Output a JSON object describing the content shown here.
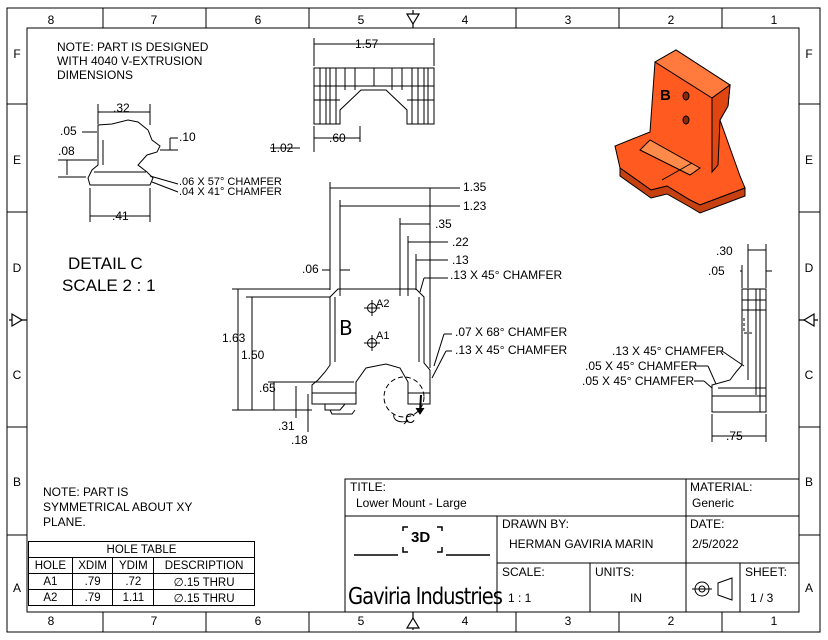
{
  "zones": {
    "columns": [
      "8",
      "7",
      "6",
      "5",
      "4",
      "3",
      "2",
      "1"
    ],
    "rows": [
      "F",
      "E",
      "D",
      "C",
      "B",
      "A"
    ]
  },
  "notes": {
    "design_note": [
      "NOTE: PART IS DESIGNED",
      "WITH 4040 V-EXTRUSION",
      "DIMENSIONS"
    ],
    "symmetry_note": [
      "NOTE: PART IS",
      "SYMMETRICAL ABOUT XY",
      "PLANE."
    ]
  },
  "detail": {
    "name": "DETAIL  C",
    "scale": "SCALE 2 : 1"
  },
  "dimensions": {
    "detail": [
      ".32",
      ".05",
      ".10",
      ".08",
      ".06 X 57° CHAMFER",
      ".04 X 41° CHAMFER",
      ".41"
    ],
    "top": [
      "1.57",
      ".60",
      "1.02"
    ],
    "front": [
      "1.35",
      "1.23",
      ".35",
      ".22",
      ".13",
      ".06",
      ".13 X 45° CHAMFER",
      "1.63",
      "1.50",
      ".07 X 68° CHAMFER",
      ".13 X 45° CHAMFER",
      ".65",
      ".31",
      ".18"
    ],
    "side": [
      ".30",
      ".05",
      ".13 X 45° CHAMFER",
      ".05 X 45° CHAMFER",
      ".05 X 45° CHAMFER",
      ".75"
    ]
  },
  "front_labels": {
    "face_letter": "B",
    "hole_a2": "A2",
    "hole_a1": "A1",
    "detail_callout": "C"
  },
  "iso_label": "B",
  "hole_table": {
    "title": "HOLE TABLE",
    "headers": [
      "HOLE",
      "XDIM",
      "YDIM",
      "DESCRIPTION"
    ],
    "rows": [
      [
        "A1",
        ".79",
        ".72",
        "∅.15 THRU"
      ],
      [
        "A2",
        ".79",
        "1.11",
        "∅.15 THRU"
      ]
    ]
  },
  "title_block": {
    "title_label": "TITLE:",
    "title": "Lower Mount - Large",
    "material_label": "MATERIAL:",
    "material": "Generic",
    "drawn_by_label": "DRAWN BY:",
    "drawn_by": "HERMAN GAVIRIA MARIN",
    "date_label": "DATE:",
    "date": "2/5/2022",
    "scale_label": "SCALE:",
    "scale": "1 : 1",
    "units_label": "UNITS:",
    "units": "IN",
    "sheet_label": "SHEET:",
    "sheet": "1 / 3",
    "logo_mark": "3D",
    "company": "Gaviria Industries"
  },
  "colors": {
    "part_orange": "#ff5a1f",
    "part_dark": "#8a2a05",
    "line": "#000000"
  }
}
